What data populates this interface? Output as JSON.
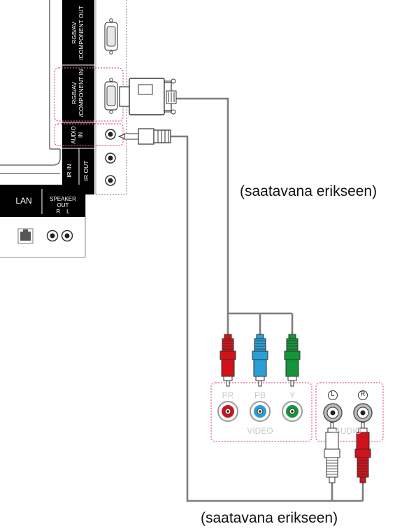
{
  "tv_panel": {
    "ports": [
      {
        "id": "rgb-av-component-out",
        "label_line1": "RGB/AV",
        "label_line2": "/COMPONENT OUT"
      },
      {
        "id": "rgb-av-component-in",
        "label_line1": "RGB/AV",
        "label_line2": "/COMPONENT IN"
      },
      {
        "id": "audio-in",
        "label_line1": "AUDIO",
        "label_line2": "IN"
      },
      {
        "id": "ir-out",
        "label_line1": "IR OUT",
        "label_line2": ""
      },
      {
        "id": "ir-in",
        "label_line1": "IR IN",
        "label_line2": ""
      }
    ],
    "lan_label": "LAN",
    "speaker_label_line1": "SPEAKER",
    "speaker_label_line2": "OUT",
    "speaker_r": "R",
    "speaker_l": "L"
  },
  "device": {
    "video_jacks": [
      {
        "label": "PR",
        "color": "#d0121b"
      },
      {
        "label": "PB",
        "color": "#2a9fd6"
      },
      {
        "label": "Y",
        "color": "#14953a"
      }
    ],
    "video_group_label": "VIDEO",
    "audio_jacks": [
      {
        "label": "L",
        "color": "#ffffff"
      },
      {
        "label": "R",
        "color": "#d0121b"
      }
    ],
    "audio_group_label": "AUDIO"
  },
  "captions": {
    "top": "(saatavana erikseen)",
    "bottom": "(saatavana erikseen)"
  },
  "colors": {
    "panel_black": "#000000",
    "highlight_pink": "#e0567a",
    "cable_grey": "#7d7d7d",
    "red": "#d0121b",
    "blue": "#2a9fd6",
    "green": "#14953a"
  }
}
